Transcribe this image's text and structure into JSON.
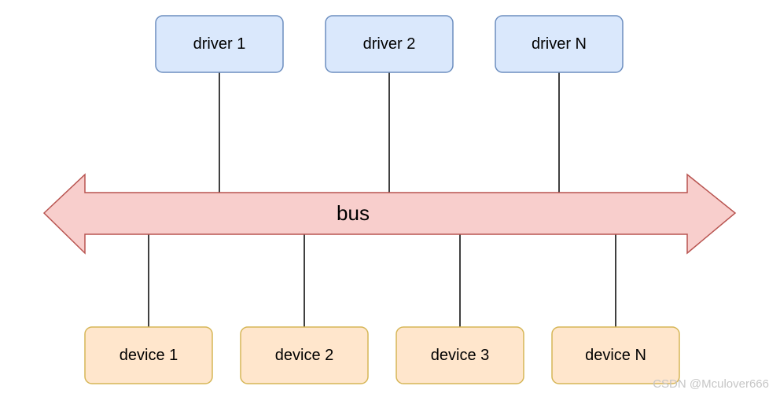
{
  "diagram": {
    "bus": {
      "label": "bus",
      "fill": "#f8cecc",
      "stroke": "#b85450"
    },
    "drivers": [
      {
        "label": "driver 1"
      },
      {
        "label": "driver 2"
      },
      {
        "label": "driver N"
      }
    ],
    "devices": [
      {
        "label": "device 1"
      },
      {
        "label": "device 2"
      },
      {
        "label": "device 3"
      },
      {
        "label": "device N"
      }
    ],
    "driver_style": {
      "fill": "#dae8fc",
      "stroke": "#6c8ebf"
    },
    "device_style": {
      "fill": "#ffe6cc",
      "stroke": "#d6b656"
    },
    "connector_color": "#000000"
  },
  "watermark": "CSDN @Mculover666"
}
